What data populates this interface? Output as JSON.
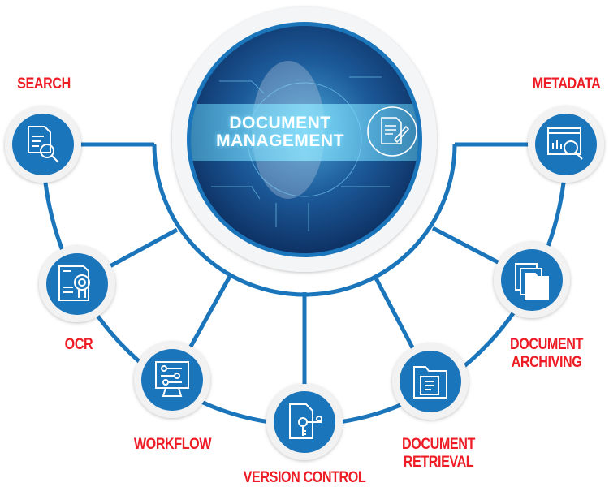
{
  "center": {
    "title_line1": "DOCUMENT",
    "title_line2": "MANAGEMENT",
    "icon": "document-edit-icon"
  },
  "nodes": [
    {
      "label": "SEARCH",
      "icon": "document-search-icon"
    },
    {
      "label": "OCR",
      "icon": "document-scan-icon"
    },
    {
      "label": "WORKFLOW",
      "icon": "workflow-monitor-icon"
    },
    {
      "label": "VERSION CONTROL",
      "icon": "document-key-icon"
    },
    {
      "label_line1": "DOCUMENT",
      "label_line2": "RETRIEVAL",
      "icon": "folder-document-icon"
    },
    {
      "label_line1": "DOCUMENT",
      "label_line2": "ARCHIVING",
      "icon": "archive-folders-icon"
    },
    {
      "label": "METADATA",
      "icon": "data-magnifier-icon"
    }
  ],
  "colors": {
    "primary": "#1b75bb",
    "label": "#ee1c25"
  }
}
